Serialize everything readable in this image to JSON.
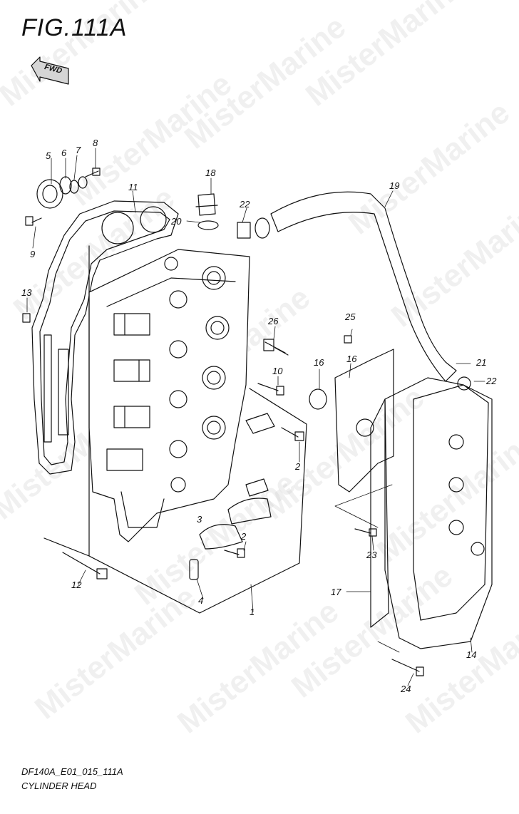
{
  "figure": {
    "title": "FIG.111A",
    "fwd_label": "FWD"
  },
  "footer": {
    "code": "DF140A_E01_015_111A",
    "name": "CYLINDER HEAD"
  },
  "watermark": "MisterMarine",
  "callouts": [
    "1",
    "2",
    "2",
    "3",
    "4",
    "5",
    "6",
    "7",
    "8",
    "9",
    "10",
    "11",
    "12",
    "13",
    "14",
    "16",
    "17",
    "18",
    "19",
    "20",
    "21",
    "22",
    "22",
    "23",
    "24",
    "25",
    "26"
  ],
  "colors": {
    "line": "#111111",
    "watermark": "#c8c8c8",
    "background": "#ffffff"
  }
}
